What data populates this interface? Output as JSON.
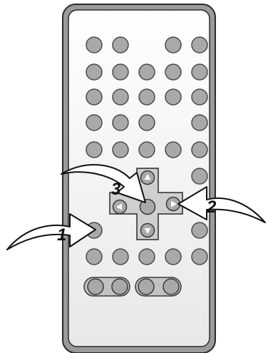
{
  "colors": {
    "remote_body": "#f2f2f2",
    "remote_bezel": "#8a8a8a",
    "button_fill": "#a9a9a9",
    "button_stroke": "#4a4a4a",
    "dpad_fill": "#c9c9c9",
    "arrow_fill": "#ffffff",
    "arrow_stroke": "#1a1a1a"
  },
  "remote": {
    "button_rows": [
      [
        1,
        1,
        0,
        1,
        1
      ],
      [
        1,
        1,
        1,
        1,
        1
      ],
      [
        1,
        1,
        1,
        1,
        1
      ],
      [
        1,
        1,
        1,
        0,
        1
      ],
      [
        1,
        1,
        1,
        1,
        1
      ],
      [
        0,
        0,
        0,
        0,
        1
      ],
      [
        0,
        0,
        0,
        0,
        0
      ],
      [
        1,
        0,
        0,
        0,
        1
      ],
      [
        1,
        1,
        1,
        1,
        1
      ]
    ],
    "dpad_keys": [
      {
        "name": "up",
        "icon": "triangle-up-icon"
      },
      {
        "name": "left",
        "icon": "triangle-left-icon"
      },
      {
        "name": "center",
        "icon": ""
      },
      {
        "name": "right",
        "icon": "triangle-right-icon"
      },
      {
        "name": "down",
        "icon": "triangle-down-icon"
      }
    ],
    "bottom_pairs": 2
  },
  "callouts": [
    {
      "label": "1",
      "target": "left-side-button"
    },
    {
      "label": "2",
      "target": "dpad-right-button"
    },
    {
      "label": "3",
      "target": "dpad-center-button"
    }
  ]
}
